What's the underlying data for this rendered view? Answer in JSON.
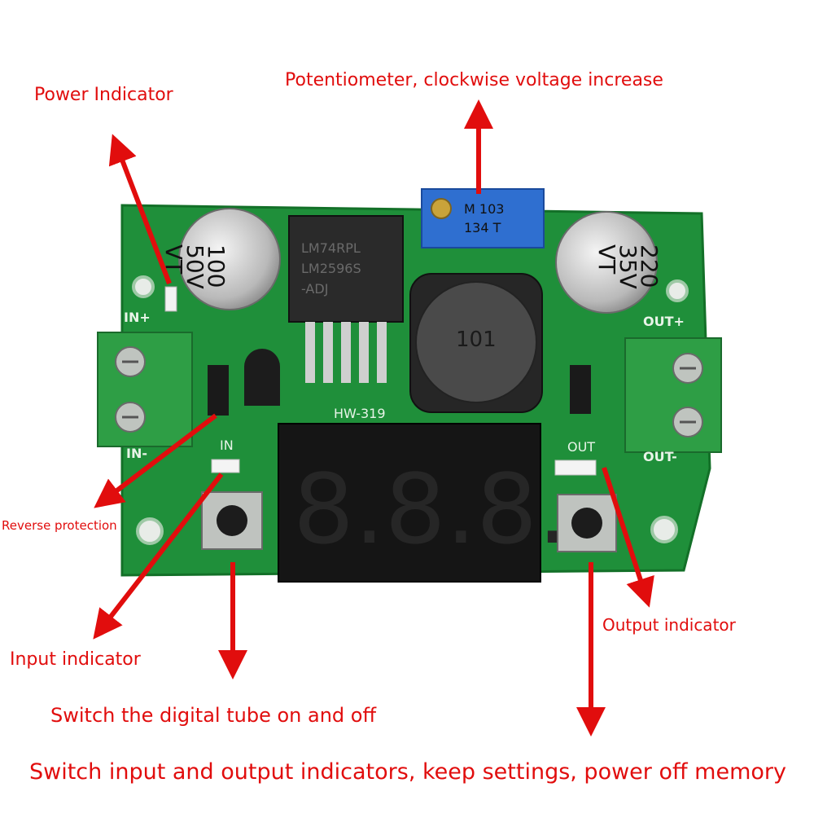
{
  "annotations": {
    "power_indicator": "Power Indicator",
    "potentiometer": "Potentiometer, clockwise voltage increase",
    "reverse_protection": "Reverse protection",
    "input_indicator": "Input indicator",
    "output_indicator": "Output indicator",
    "switch_tube": "Switch the digital tube on and off",
    "switch_memory": "Switch input and output indicators, keep settings, power off memory"
  },
  "board": {
    "label_in_plus": "IN+",
    "label_in_minus": "IN-",
    "label_out_plus": "OUT+",
    "label_out_minus": "OUT-",
    "label_in": "IN",
    "label_out": "OUT",
    "model": "HW-319",
    "cap_left_value": "100",
    "cap_left_voltage": "50V",
    "cap_left_series": "VT",
    "cap_right_value": "220",
    "cap_right_voltage": "35V",
    "cap_right_series": "VT",
    "chip_line1": "LM74RPL",
    "chip_line2": "LM2596S",
    "chip_line3": "-ADJ",
    "pot_line1": "M 103",
    "pot_line2": "134 T",
    "inductor_marking": "101",
    "display_text": "8.8.8."
  },
  "colors": {
    "annotation": "#e10d0d",
    "pcb": "#1f8f3a",
    "terminal": "#2e9e45",
    "pot": "#2f6fd0",
    "display": "#151515"
  }
}
